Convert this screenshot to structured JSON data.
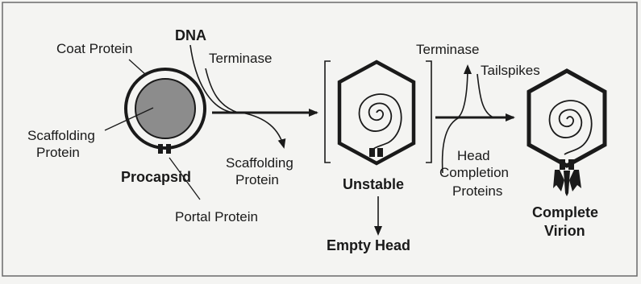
{
  "labels": {
    "coat_protein": "Coat Protein",
    "dna": "DNA",
    "terminase_in": "Terminase",
    "scaffolding_protein_line1": "Scaffolding",
    "scaffolding_protein_line2": "Protein",
    "procapsid": "Procapsid",
    "portal_protein": "Portal Protein",
    "scaffolding_out_line1": "Scaffolding",
    "scaffolding_out_line2": "Protein",
    "unstable": "Unstable",
    "empty_head": "Empty Head",
    "terminase_out": "Terminase",
    "tailspikes": "Tailspikes",
    "head_completion_line1": "Head",
    "head_completion_line2": "Completion",
    "head_completion_line3": "Proteins",
    "complete_virion_line1": "Complete",
    "complete_virion_line2": "Virion"
  },
  "colors": {
    "background": "#f4f4f2",
    "frame": "#6a6a6a",
    "ink": "#1a1a1a",
    "scaffold_fill": "#8c8c8c"
  }
}
